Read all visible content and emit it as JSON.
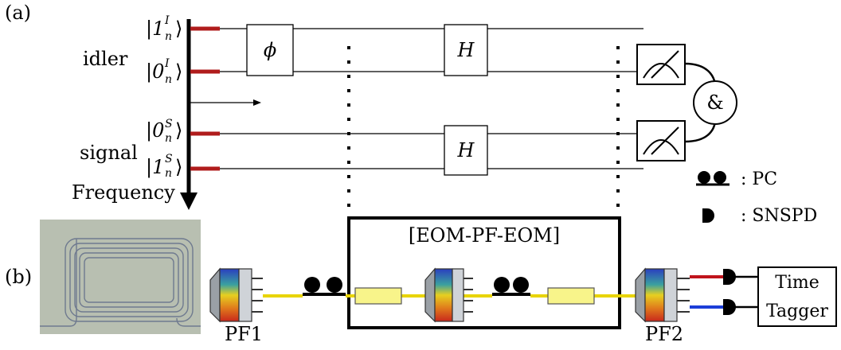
{
  "panel_labels": {
    "a": "(a)",
    "b": "(b)"
  },
  "modes": {
    "idler_1": {
      "ket_open": "|1",
      "sup": "I",
      "sub": "n",
      "ket_close": "⟩"
    },
    "idler_0": {
      "ket_open": "|0",
      "sup": "I",
      "sub": "n",
      "ket_close": "⟩"
    },
    "signal_0": {
      "ket_open": "|0",
      "sup": "S",
      "sub": "n",
      "ket_close": "⟩"
    },
    "signal_1": {
      "ket_open": "|1",
      "sup": "S",
      "sub": "n",
      "ket_close": "⟩"
    }
  },
  "group_labels": {
    "idler": "idler",
    "signal": "signal",
    "axis": "Frequency"
  },
  "gates": {
    "phase": "ϕ",
    "hadamard_top": "H",
    "hadamard_bottom": "H",
    "coincidence": "&"
  },
  "legend": {
    "pc": ": PC",
    "snspd": ": SNSPD"
  },
  "setup": {
    "eom_box": "[EOM-PF-EOM]",
    "pf1": "PF1",
    "pf2": "PF2",
    "tagger_line1": "Time",
    "tagger_line2": "Tagger"
  },
  "colors": {
    "mode_tick": "#b01c1c",
    "fiber": "#e8d400",
    "eom_fill": "#f8f48a",
    "red_fiber": "#c0141c",
    "blue_fiber": "#1c3ed8",
    "chip_bg": "#b8bfb1"
  }
}
